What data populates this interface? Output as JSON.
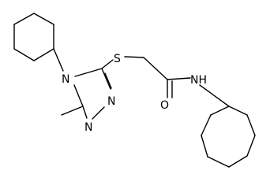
{
  "labels": {
    "n4": "N",
    "n2": "N",
    "n1": "N",
    "s": "S",
    "o": "O",
    "nh": "NH"
  },
  "colors": {
    "ink": "#000000",
    "background": "#ffffff"
  }
}
